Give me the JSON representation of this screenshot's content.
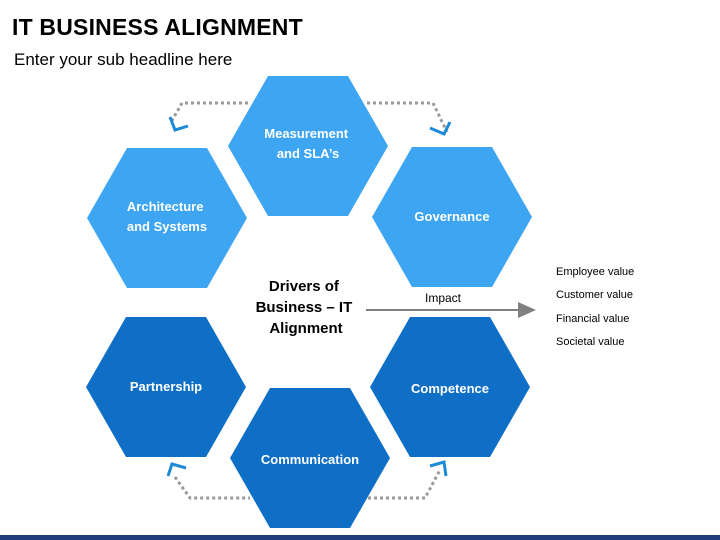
{
  "title": "IT BUSINESS ALIGNMENT",
  "subtitle": "Enter your sub headline here",
  "colors": {
    "light_blue": "#3ea5f2",
    "dark_blue": "#0f6fc6",
    "dots": "#9a9a9a",
    "arrowhead": "#1d8ad8",
    "impact_arrow": "#808080"
  },
  "hexagons": [
    {
      "id": "measurement",
      "lines": [
        "Measurement",
        "and SLA’s"
      ],
      "tone": "light"
    },
    {
      "id": "architecture",
      "lines": [
        "Architecture",
        "and Systems"
      ],
      "tone": "light"
    },
    {
      "id": "governance",
      "lines": [
        "Governance"
      ],
      "tone": "light"
    },
    {
      "id": "partnership",
      "lines": [
        "Partnership"
      ],
      "tone": "dark"
    },
    {
      "id": "competence",
      "lines": [
        "Competence"
      ],
      "tone": "dark"
    },
    {
      "id": "communication",
      "lines": [
        "Communication"
      ],
      "tone": "dark"
    }
  ],
  "center": {
    "lines": [
      "Drivers of",
      "Business – IT",
      "Alignment"
    ]
  },
  "impact_label": "Impact",
  "values": [
    "Employee value",
    "Customer value",
    "Financial value",
    "Societal value"
  ]
}
